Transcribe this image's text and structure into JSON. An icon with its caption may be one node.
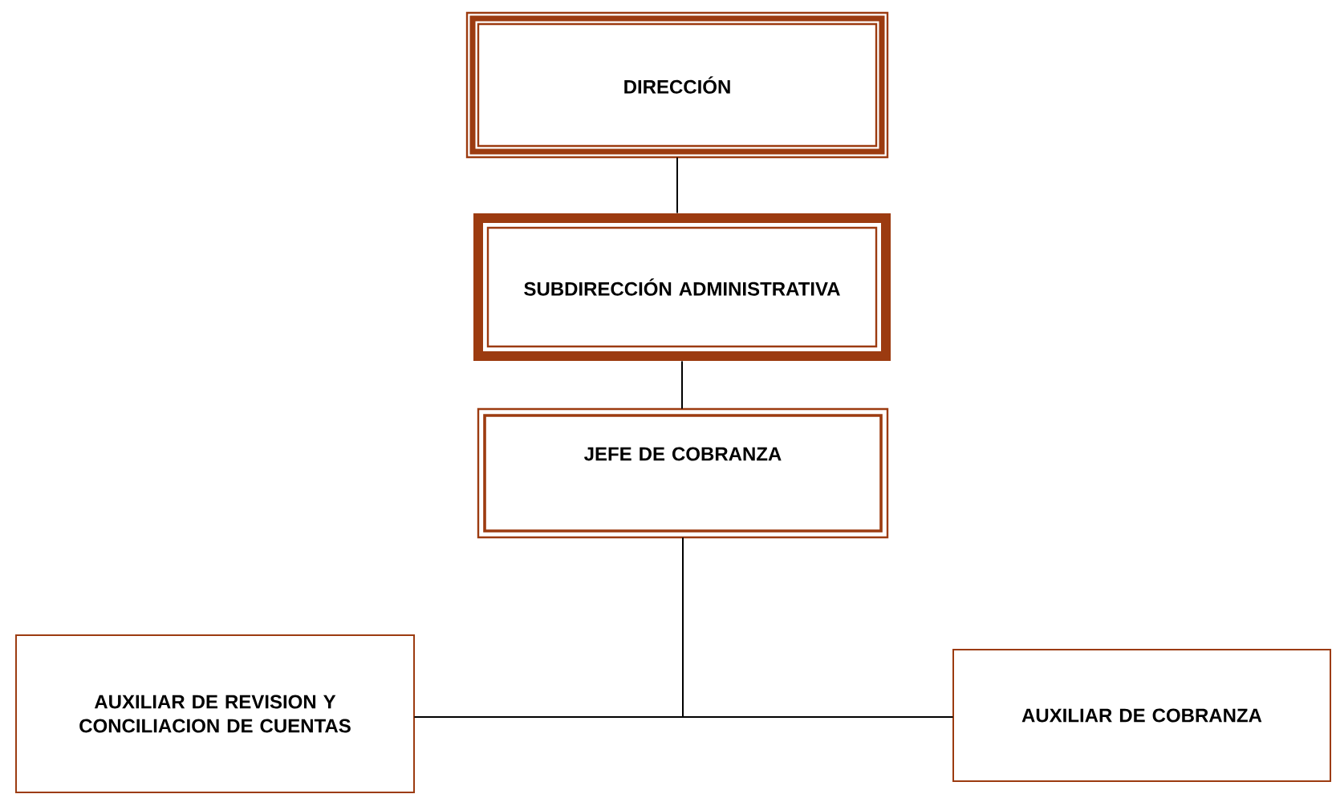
{
  "diagram": {
    "nodes": [
      {
        "text": [
          "DIRECCIÓN"
        ]
      },
      {
        "text": [
          "SUBDIRECCIÓN ADMINISTRATIVA"
        ]
      },
      {
        "text": [
          "JEFE DE COBRANZA"
        ]
      },
      {
        "text": [
          "AUXILIAR DE REVISION Y CONCILIACION DE CUENTAS"
        ]
      },
      {
        "text": [
          "AUXILIAR DE COBRANZA"
        ]
      }
    ],
    "edges": [
      {
        "from": 0,
        "to": 1,
        "arrow": "none"
      },
      {
        "from": 1,
        "to": 2,
        "arrow": "none"
      },
      {
        "from": 2,
        "to": 3,
        "arrow": "none"
      },
      {
        "from": 2,
        "to": 4,
        "arrow": "none"
      }
    ]
  }
}
